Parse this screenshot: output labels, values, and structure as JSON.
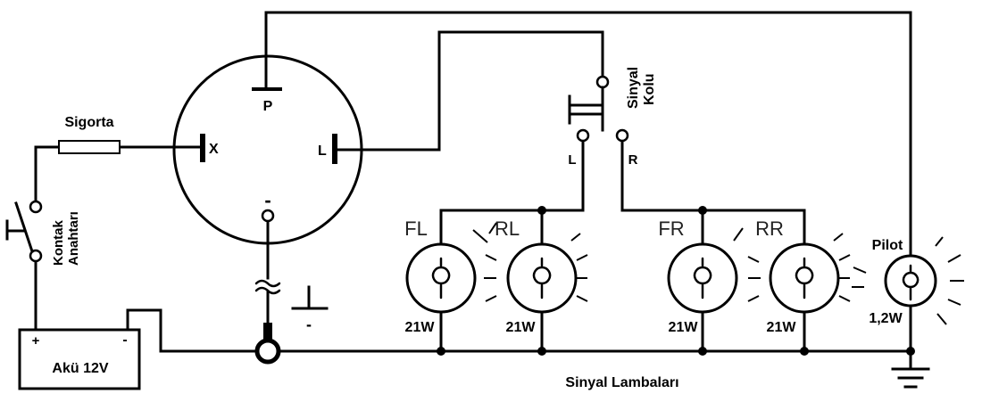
{
  "labels": {
    "fuse": "Sigorta",
    "ignition_switch_line1": "Kontak",
    "ignition_switch_line2": "Anahtarı",
    "battery": "Akü 12V",
    "battery_plus": "+",
    "battery_minus": "-",
    "flasher_p": "P",
    "flasher_x": "X",
    "flasher_l": "L",
    "flasher_ground": "-",
    "signal_stalk_line1": "Sinyal",
    "signal_stalk_line2": "Kolu",
    "stalk_l": "L",
    "stalk_r": "R",
    "lamp_fl": "FL",
    "lamp_rl": "RL",
    "lamp_fr": "FR",
    "lamp_rr": "RR",
    "lamp_pilot": "Pilot",
    "watt_fl": "21W",
    "watt_rl": "21W",
    "watt_fr": "21W",
    "watt_rr": "21W",
    "watt_pilot": "1,2W",
    "ground_minus": "-",
    "caption": "Sinyal Lambaları"
  }
}
